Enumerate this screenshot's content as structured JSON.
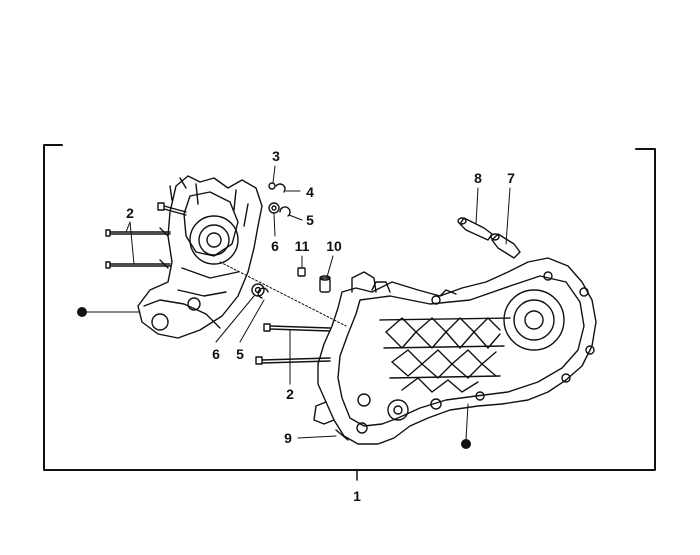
{
  "callouts": {
    "c1": "1",
    "c2_upper": "2",
    "c2_lower": "2",
    "c3": "3",
    "c4": "4",
    "c5_upper": "5",
    "c5_lower": "5",
    "c6_upper": "6",
    "c6_lower": "6",
    "c7": "7",
    "c8": "8",
    "c9": "9",
    "c10": "10",
    "c11": "11"
  },
  "colors": {
    "ink": "#111111",
    "background": "#ffffff"
  }
}
